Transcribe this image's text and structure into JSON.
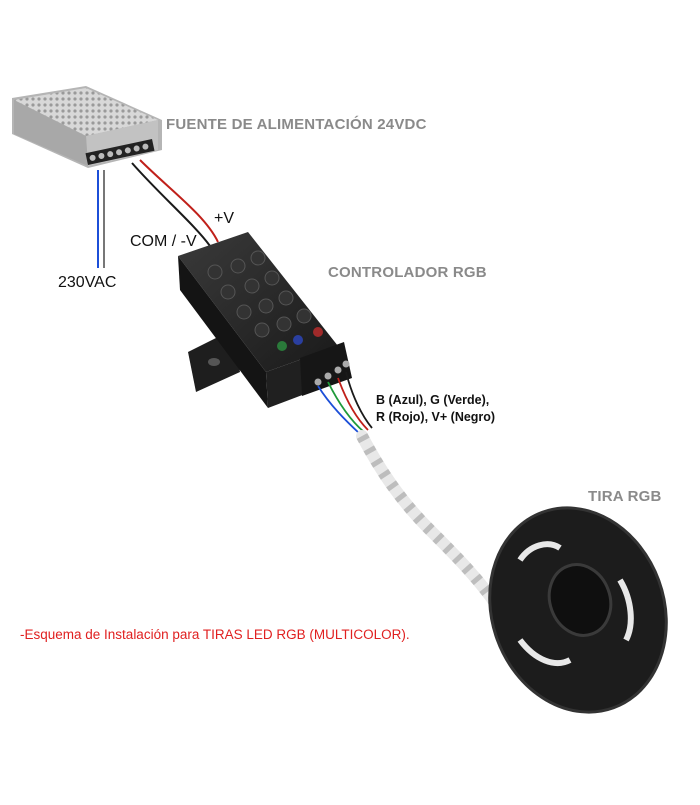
{
  "labels": {
    "power_supply": "FUENTE DE ALIMENTACIÓN 24VDC",
    "controller": "CONTROLADOR RGB",
    "strip": "TIRA RGB",
    "v_plus": "+V",
    "com": "COM / -V",
    "ac_input": "230VAC",
    "pins_line1": "B (Azul), G (Verde),",
    "pins_line2": "R (Rojo), V+ (Negro)",
    "caption": "-Esquema de Instalación para TIRAS LED RGB (MULTICOLOR)."
  },
  "colors": {
    "title_gray": "#8a8a8a",
    "caption_red": "#e02020",
    "wire_red": "#c0201a",
    "wire_black": "#1a1a1a",
    "wire_blue": "#1c4fd8",
    "wire_green": "#1f9a3a",
    "controller_body": "#2a2a2a",
    "reel_body": "#1c1c1c",
    "psu_metal": "#cfcfcf"
  }
}
